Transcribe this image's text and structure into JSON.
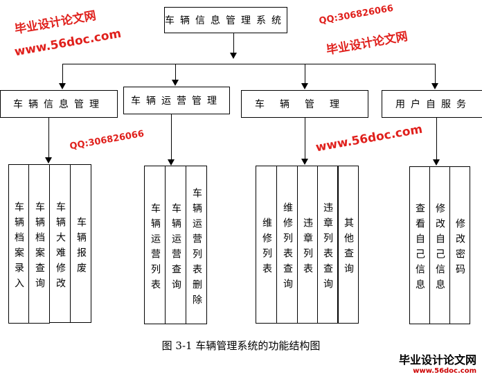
{
  "root": "车辆信息管理系统",
  "modules": [
    {
      "label": "车辆信息管理",
      "children": [
        "车辆档案录入",
        "车辆档案查询",
        "车辆大难修改",
        "车辆报废"
      ]
    },
    {
      "label": "车辆运营管理",
      "children": [
        "车辆运营列表",
        "车辆运营查询",
        "车辆运营列表删除"
      ]
    },
    {
      "label": "车辆管理",
      "children": [
        "维修列表",
        "维修列表查询",
        "违章列表",
        "违章列表查询",
        "其他查询"
      ]
    },
    {
      "label": "用户自服务",
      "children": [
        "查看自己信息",
        "修改自己信息",
        "修改密码"
      ]
    }
  ],
  "caption": "图 3-1 车辆管理系统的功能结构图",
  "watermarks": {
    "site": "www.56doc.com",
    "qq": "QQ:306826066",
    "brand": "毕业设计论文网"
  },
  "logo": {
    "title": "毕业设计论文网",
    "url": "www.56doc.com"
  }
}
